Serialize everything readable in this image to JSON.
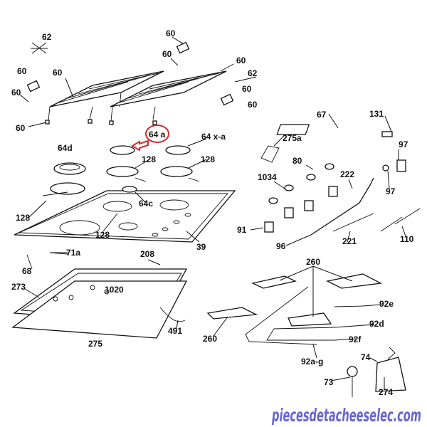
{
  "labels": {
    "l62a": "62",
    "l60a": "60",
    "l60b": "60",
    "l60c": "60",
    "l62b": "62",
    "l60d": "60",
    "l60e": "60",
    "l60f": "60",
    "l60g": "60",
    "l60h": "60",
    "l60i": "60",
    "l64a": "64 a",
    "l64xa": "64 x-a",
    "l64d": "64d",
    "l128a": "128",
    "l128b": "128",
    "l128c": "128",
    "l64c": "64c",
    "l128d": "128",
    "l39": "39",
    "l275a": "275a",
    "l67": "67",
    "l131": "131",
    "l97a": "97",
    "l97b": "97",
    "l80": "80",
    "l1034": "1034",
    "l222": "222",
    "l91": "91",
    "l96": "96",
    "l221": "221",
    "l110": "110",
    "l71a": "71a",
    "l68": "68",
    "l208": "208",
    "l273": "273",
    "l1020": "1020",
    "l491": "491",
    "l275": "275",
    "l260a": "260",
    "l92e": "92e",
    "l260b": "260",
    "l92d": "92d",
    "l92f": "92f",
    "l92ag": "92a-g",
    "l74": "74",
    "l73": "73",
    "l274": "274"
  },
  "highlight_color": "#d42a2a",
  "watermark": "piecesdetacheeselec.com"
}
